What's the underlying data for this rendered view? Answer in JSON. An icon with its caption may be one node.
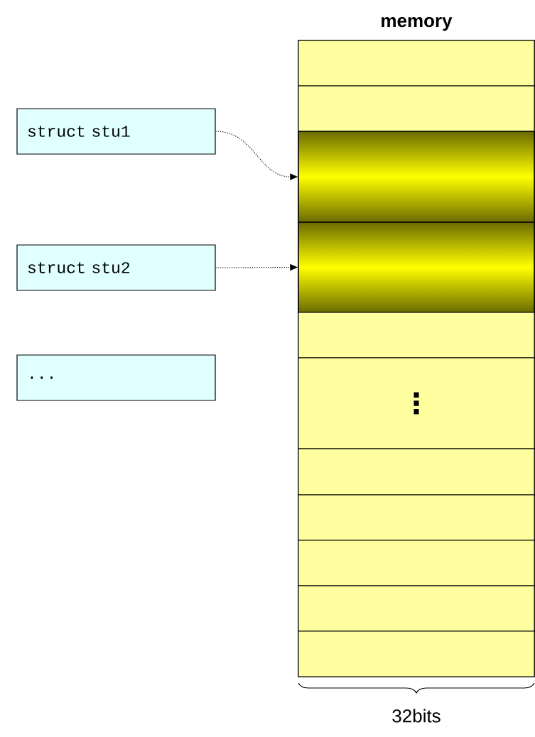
{
  "diagram": {
    "nodes": [
      {
        "text": [
          "struct stu1"
        ]
      },
      {
        "text": [
          "struct stu2"
        ]
      },
      {
        "text": [
          "..."
        ]
      },
      {
        "text": [
          "memory"
        ]
      },
      {
        "text": [],
        "shape": "box",
        "in": 3
      },
      {
        "text": [],
        "shape": "box",
        "in": 3
      },
      {
        "text": [],
        "shape": "box",
        "in": 3
      },
      {
        "text": [],
        "shape": "box",
        "in": 3
      },
      {
        "text": [],
        "shape": "box",
        "in": 3
      },
      {
        "text": [
          "⋮"
        ],
        "in": 3
      },
      {
        "text": [],
        "shape": "box",
        "in": 3
      },
      {
        "text": [],
        "shape": "box",
        "in": 3
      },
      {
        "text": [],
        "shape": "box",
        "in": 3
      },
      {
        "text": [],
        "shape": "box",
        "in": 3
      },
      {
        "text": [],
        "shape": "box",
        "in": 3
      }
    ],
    "edges": [
      {
        "from": 0,
        "to": 6,
        "arrow": "to",
        "style": "dashed"
      },
      {
        "from": 1,
        "to": 7,
        "arrow": "to",
        "style": "dashed"
      }
    ],
    "labels": [
      "32bits"
    ]
  }
}
